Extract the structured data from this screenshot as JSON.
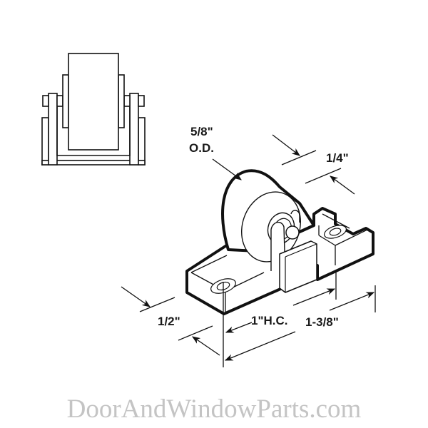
{
  "diagram": {
    "subject": "sliding door roller assembly",
    "views": [
      "end-view",
      "isometric-view"
    ],
    "dimensions": {
      "wheel_od": {
        "value": "5/8\"",
        "label": "O.D."
      },
      "wheel_width": {
        "value": "1/4\""
      },
      "bracket_width": {
        "value": "1/2\""
      },
      "hole_centers": {
        "value": "1\"",
        "label": "H.C."
      },
      "overall_length": {
        "value": "1-3/8\""
      }
    },
    "labels": {
      "od_value": "5/8\"",
      "od_label": "O.D.",
      "width_value": "1/4\"",
      "base_width": "1/2\"",
      "hole_center": "1\"H.C.",
      "overall_length": "1-3/8\""
    },
    "colors": {
      "line": "#111111",
      "watermark": "#c4c4c4",
      "background": "#ffffff"
    }
  },
  "watermark": "DoorAndWindowParts.com"
}
